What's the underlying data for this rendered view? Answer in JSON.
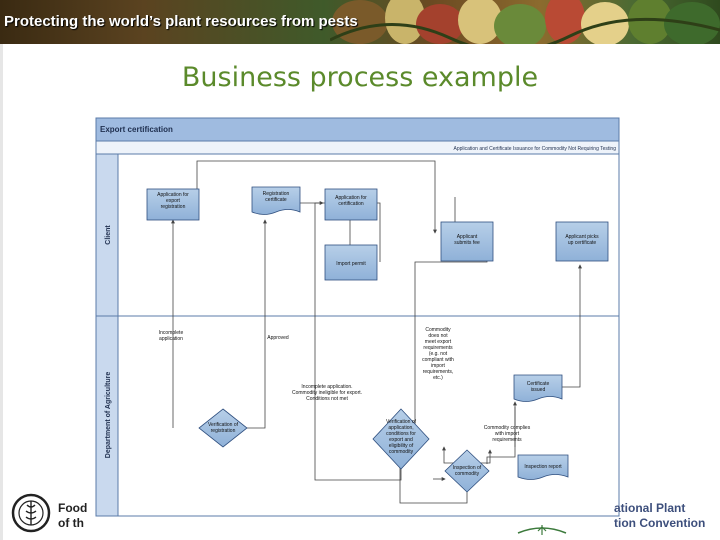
{
  "banner": {
    "title": "Protecting the world’s plant resources from pests"
  },
  "page": {
    "title": "Business process example"
  },
  "diagram": {
    "pool_title": "Export certification",
    "subtitle": "Application and Certificate Issuance for Commodity Not Requiring Testing",
    "lanes": {
      "client": "Client",
      "dept": "Department of Agriculture"
    },
    "nodes": {
      "app_export_reg": [
        "Application for",
        "export",
        "registration"
      ],
      "reg_cert": [
        "Registration",
        "certificate"
      ],
      "app_cert": [
        "Application for",
        "certification"
      ],
      "import_permit": [
        "Import permit"
      ],
      "submits_fee": [
        "Applicant",
        "submits fee"
      ],
      "picks_up": [
        "Applicant picks",
        "up certificate"
      ],
      "cert_issued": [
        "Certificate",
        "issued"
      ],
      "inspection_report": [
        "Inspection report"
      ],
      "verif_reg": [
        "Verification of",
        "registration"
      ],
      "verif_app": [
        "Verification of",
        "application,",
        "conditions for",
        "export and",
        "eligibility of",
        "commodity"
      ],
      "inspection": [
        "Inspection of",
        "commodity"
      ]
    },
    "labels": {
      "incomplete": [
        "Incomplete",
        "application"
      ],
      "approved": [
        "Approved"
      ],
      "incomplete2": [
        "Incomplete application.",
        "Commodity ineligible for export.",
        "Conditions not met"
      ],
      "not_meet": [
        "Commodity",
        "does not",
        "meet export",
        "requirements",
        "(e.g. not",
        "compliant with",
        "import",
        "requirements,",
        "etc.)"
      ],
      "complies": [
        "Commodity complies",
        "with import",
        "requirements"
      ]
    }
  },
  "footer": {
    "fao": "Food\nof th",
    "ippc": "ational Plant\ntion Convention"
  }
}
